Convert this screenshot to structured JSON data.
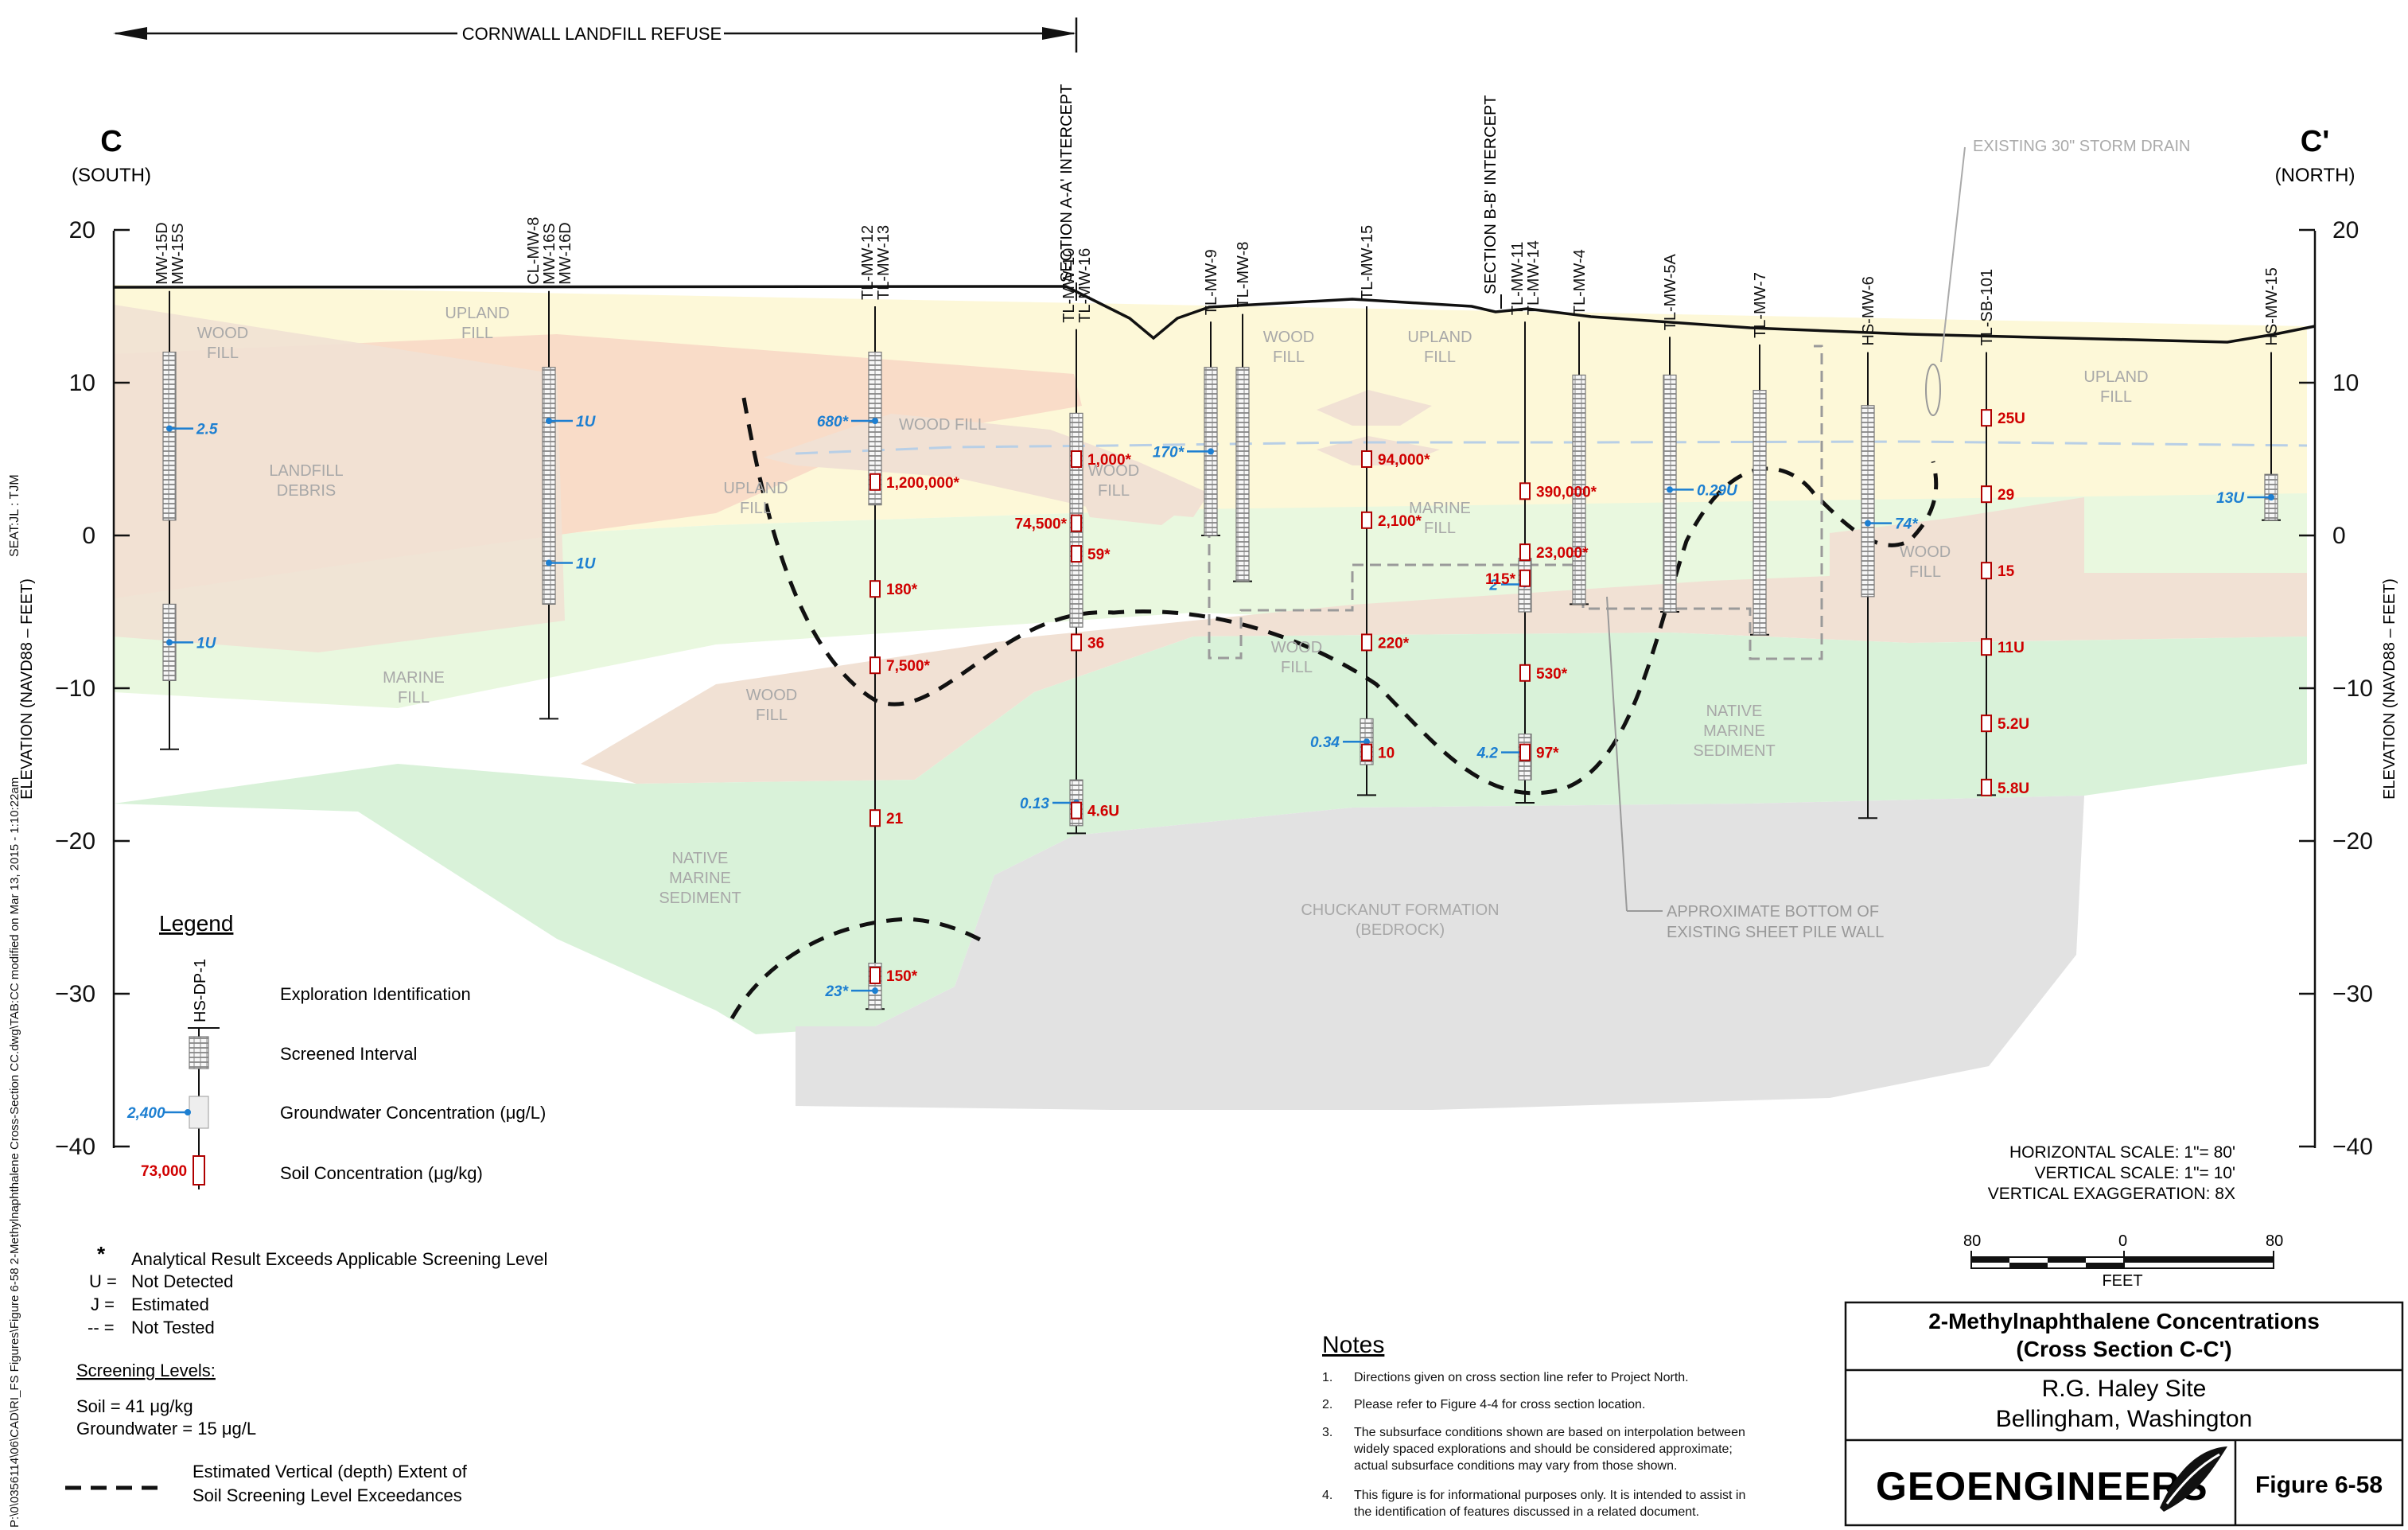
{
  "header": {
    "refuse_label": "CORNWALL LANDFILL REFUSE",
    "left_letter": "C",
    "left_dir": "(SOUTH)",
    "right_letter": "C'",
    "right_dir": "(NORTH)",
    "storm_drain": "EXISTING 30\" STORM DRAIN",
    "intercept_a": "SECTION A-A' INTERCEPT",
    "intercept_b": "SECTION B-B' INTERCEPT",
    "sheet_pile": [
      "APPROXIMATE BOTTOM OF",
      "EXISTING SHEET PILE WALL"
    ]
  },
  "axis": {
    "label": "ELEVATION  (NAVD88  –  FEET)",
    "ticks": [
      "20",
      "10",
      "0",
      "−10",
      "−20",
      "−30",
      "−40"
    ],
    "ylim": [
      -40,
      20
    ]
  },
  "side_text": {
    "seat": "SEAT:JL : TJM",
    "path": "P:\\0\\0356114\\06\\CAD\\RI_FS Figures\\Figure 6-58 2-Methylnaphthalene Cross-Section CC.dwg\\TAB:CC modified on Mar 13, 2015 - 1:10:22am"
  },
  "zones": [
    "WOOD\nFILL",
    "UPLAND\nFILL",
    "LANDFILL\nDEBRIS",
    "WOOD FILL",
    "UPLAND\nFILL",
    "WOOD\nFILL",
    "WOOD\nFILL",
    "UPLAND\nFILL",
    "MARINE\nFILL",
    "WOOD\nFILL",
    "MARINE\nFILL",
    "WOOD\nFILL",
    "NATIVE\nMARINE\nSEDIMENT",
    "WOOD\nFILL",
    "UPLAND\nFILL",
    "NATIVE\nMARINE\nSEDIMENT",
    "CHUCKANUT FORMATION\n(BEDROCK)"
  ],
  "wells": [
    "MW-15D",
    "MW-15S",
    "CL-MW-8",
    "MW-16S",
    "MW-16D",
    "TL-MW-12",
    "TL-MW-13",
    "TL-MW-10",
    "TL-MW-16",
    "TL-MW-9",
    "TL-MW-8",
    "TL-MW-15",
    "TL-MW-11",
    "TL-MW-14",
    "TL-MW-4",
    "TL-MW-5A",
    "TL-MW-7",
    "HS-MW-6",
    "TL-SB-101",
    "HS-MW-15"
  ],
  "groundwater_values": [
    "2.5",
    "1U",
    "1U",
    "1U",
    "680*",
    "170*",
    "0.13",
    "0.34",
    "2",
    "4.2",
    "0.29U",
    "74*",
    "13U",
    "23*"
  ],
  "soil_values": [
    "1,200,000*",
    "180*",
    "7,500*",
    "21",
    "150*",
    "1,000*",
    "74,500*",
    "59*",
    "36",
    "4.6U",
    "94,000*",
    "2,100*",
    "220*",
    "10",
    "390,000*",
    "23,000*",
    "115*",
    "530*",
    "97*",
    "25U",
    "29",
    "15",
    "11U",
    "5.2U",
    "5.8U"
  ],
  "legend": {
    "title": "Legend",
    "example_well": "HS-DP-1",
    "items": [
      "Exploration Identification",
      "Screened Interval",
      "Groundwater Concentration (μg/L)",
      "Soil Concentration (μg/kg)"
    ],
    "gw_example": "2,400",
    "soil_example": "73,000"
  },
  "qualifiers": [
    {
      "sym": "*",
      "text": "Analytical Result Exceeds Applicable Screening Level"
    },
    {
      "sym": "U",
      "text": "Not Detected"
    },
    {
      "sym": "J",
      "text": "Estimated"
    },
    {
      "sym": "--",
      "text": "Not Tested"
    }
  ],
  "screening": {
    "title": "Screening Levels:",
    "soil": "Soil  = 41 μg/kg",
    "groundwater": "Groundwater = 15 μg/L"
  },
  "extent_legend": [
    "Estimated Vertical (depth) Extent of",
    "Soil Screening Level Exceedances"
  ],
  "scales": [
    "HORIZONTAL SCALE: 1\"= 80'",
    "VERTICAL SCALE: 1\"= 10'",
    "VERTICAL EXAGGERATION: 8X"
  ],
  "scale_bar": {
    "left": "80",
    "mid": "0",
    "right": "80",
    "unit": "FEET"
  },
  "notes": {
    "title": "Notes",
    "items": [
      [
        "1.",
        "Directions given on cross section line refer to Project North."
      ],
      [
        "2.",
        "Please refer to Figure 4-4 for cross section location."
      ],
      [
        "3.",
        "The subsurface conditions shown are based on interpolation between",
        "widely spaced explorations and should be considered approximate;",
        "actual subsurface conditions may vary from those shown."
      ],
      [
        "4.",
        "This figure is for informational purposes only.  It is intended to assist in",
        "the identification of features discussed in a related document."
      ]
    ]
  },
  "title_block": {
    "title1": "2-Methylnaphthalene Concentrations",
    "title2": "(Cross Section C-C')",
    "site": "R.G. Haley Site",
    "location": "Bellingham, Washington",
    "company": "GEOENGINEERS",
    "figure": "Figure 6-58"
  },
  "colors": {
    "upland_fill": "#fdf8d8",
    "landfill_debris": "#f9dcc8",
    "wood_fill": "#f1e1d4",
    "marine_fill": "#e9f8df",
    "native_sediment": "#d9f2d9",
    "bedrock": "#e2e2e2",
    "groundwater": "#1d7fd1",
    "soil": "#d00000",
    "water_table": "#b8cfe6"
  }
}
